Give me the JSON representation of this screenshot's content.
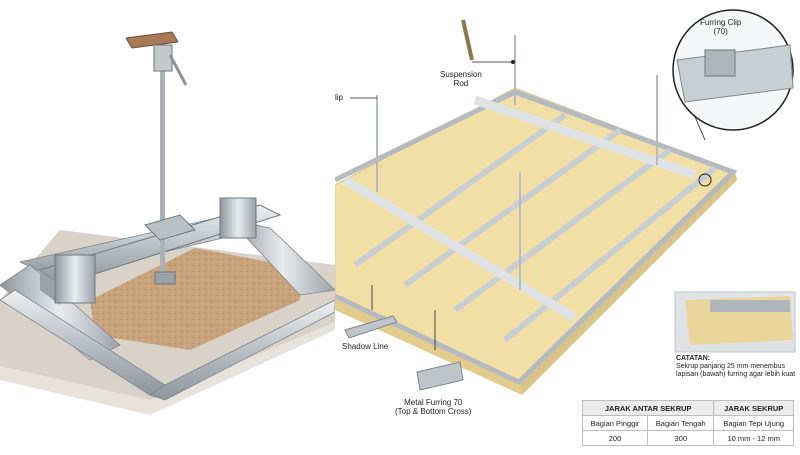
{
  "labels": {
    "suspension_rod": "Suspension\nRod",
    "furring_clip": "Furring Clip\n(70)",
    "clip_partial": "lip",
    "shadow_line": "Shadow Line",
    "metal_furring": "Metal Furring 70\n(Top & Bottom Cross)"
  },
  "note": {
    "title": "CATATAN:",
    "text": "Sekrup panjang 25 mm menembus lapisan (bawah) furring agar lebih kuat"
  },
  "table": {
    "header_left": "JARAK ANTAR SEKRUP",
    "header_right": "JARAK SEKRUP",
    "sub": [
      "Bagian Pinggir",
      "Bagian Tengah",
      "Bagian Tepi Ujung"
    ],
    "values": [
      "200",
      "300",
      "10 mm - 12 mm"
    ]
  },
  "colors": {
    "board": "#f1dfa6",
    "board_edge": "#d9c489",
    "metal": "#c9ced2",
    "metal_dark": "#9aa1a7",
    "gypsum": "#d9b58f"
  }
}
